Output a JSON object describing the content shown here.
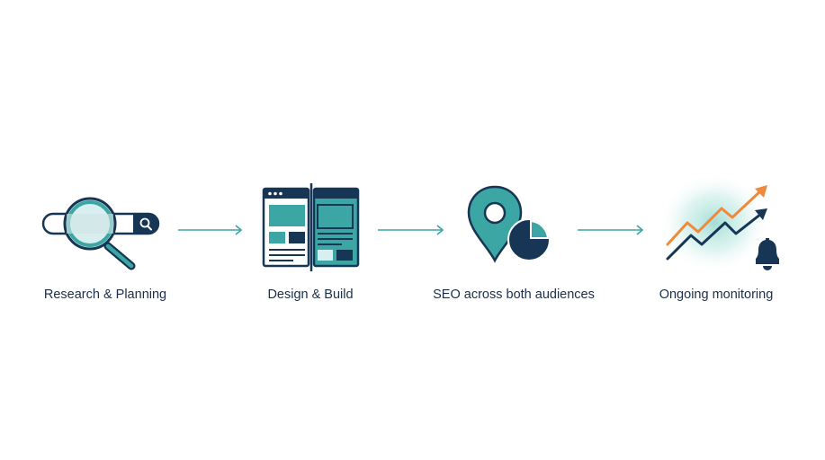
{
  "colors": {
    "navy": "#173554",
    "teal": "#3ba6a3",
    "light_teal": "#d9eeee",
    "orange": "#ef8a3c",
    "glow": "#9fdcd3",
    "label": "#1b2f4a"
  },
  "steps": [
    {
      "label": "Research & Planning",
      "icon": "magnifier-search-bar-icon"
    },
    {
      "label": "Design & Build",
      "icon": "web-layout-icon"
    },
    {
      "label": "SEO across both audiences",
      "icon": "map-pin-pie-chart-icon"
    },
    {
      "label": "Ongoing monitoring",
      "icon": "trend-lines-bell-icon"
    }
  ]
}
